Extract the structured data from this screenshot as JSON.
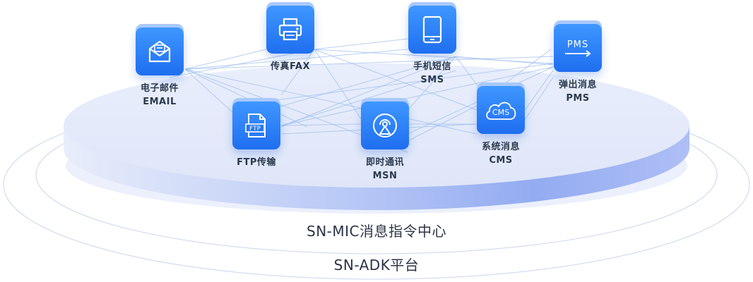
{
  "colors": {
    "tile": "#2a7cf6",
    "link_line": "#9fbfef",
    "disc_top": "#e6ecfb",
    "disc_edge": "#a8bcf4",
    "ring": "#c7d3ee"
  },
  "inner_platform": {
    "label": "SN-MIC消息指令中心"
  },
  "outer_platform": {
    "label": "SN-ADK平台"
  },
  "nodes": {
    "email": {
      "icon": "envelope-icon",
      "label_zh": "电子邮件",
      "label_en": "EMAIL"
    },
    "fax": {
      "icon": "printer-icon",
      "label": "传真FAX"
    },
    "sms": {
      "icon": "tablet-icon",
      "label_zh": "手机短信",
      "label_en": "SMS"
    },
    "pms": {
      "icon": "pms-arrow-icon",
      "icon_text": "PMS",
      "label_zh": "弹出消息",
      "label_en": "PMS"
    },
    "ftp": {
      "icon": "ftp-file-icon",
      "icon_text": "FTP",
      "label": "FTP传输"
    },
    "msn": {
      "icon": "broadcast-icon",
      "label_zh": "即时通讯",
      "label_en": "MSN"
    },
    "cms": {
      "icon": "cms-cloud-icon",
      "icon_text": "CMS",
      "label_zh": "系统消息",
      "label_en": "CMS"
    }
  }
}
